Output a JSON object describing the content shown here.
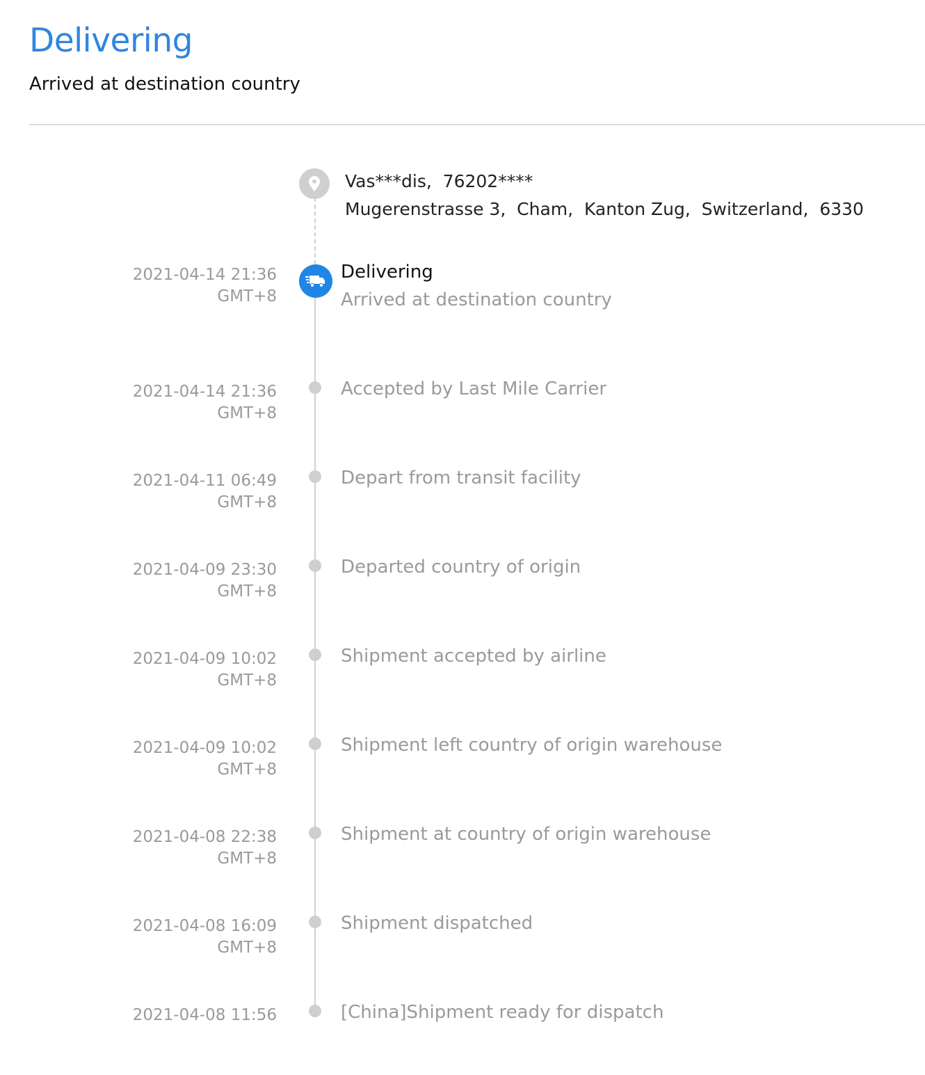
{
  "header": {
    "status": "Delivering",
    "substatus": "Arrived at destination country"
  },
  "recipient": {
    "name_line": "Vas***dis,  76202****",
    "address_line": "Mugerenstrasse 3,  Cham,  Kanton Zug,  Switzerland,  6330",
    "icon": "location-pin-icon"
  },
  "current_event": {
    "date": "2021-04-14 21:36",
    "tz": "GMT+8",
    "title": "Delivering",
    "description": "Arrived at destination country",
    "icon": "delivery-truck-icon",
    "color": "#1f86e6"
  },
  "events": [
    {
      "date": "2021-04-14 21:36",
      "tz": "GMT+8",
      "description": "Accepted by Last Mile Carrier"
    },
    {
      "date": "2021-04-11 06:49",
      "tz": "GMT+8",
      "description": "Depart from transit facility"
    },
    {
      "date": "2021-04-09 23:30",
      "tz": "GMT+8",
      "description": "Departed country of origin"
    },
    {
      "date": "2021-04-09 10:02",
      "tz": "GMT+8",
      "description": "Shipment accepted by airline"
    },
    {
      "date": "2021-04-09 10:02",
      "tz": "GMT+8",
      "description": "Shipment left country of origin warehouse"
    },
    {
      "date": "2021-04-08 22:38",
      "tz": "GMT+8",
      "description": "Shipment at country of origin warehouse"
    },
    {
      "date": "2021-04-08 16:09",
      "tz": "GMT+8",
      "description": "Shipment dispatched"
    },
    {
      "date": "2021-04-08 11:56",
      "tz": "",
      "description": "[China]Shipment ready for dispatch"
    }
  ],
  "colors": {
    "accent": "#2f86df",
    "muted_text": "#9a9a9a",
    "timeline": "#cfcfcf"
  }
}
